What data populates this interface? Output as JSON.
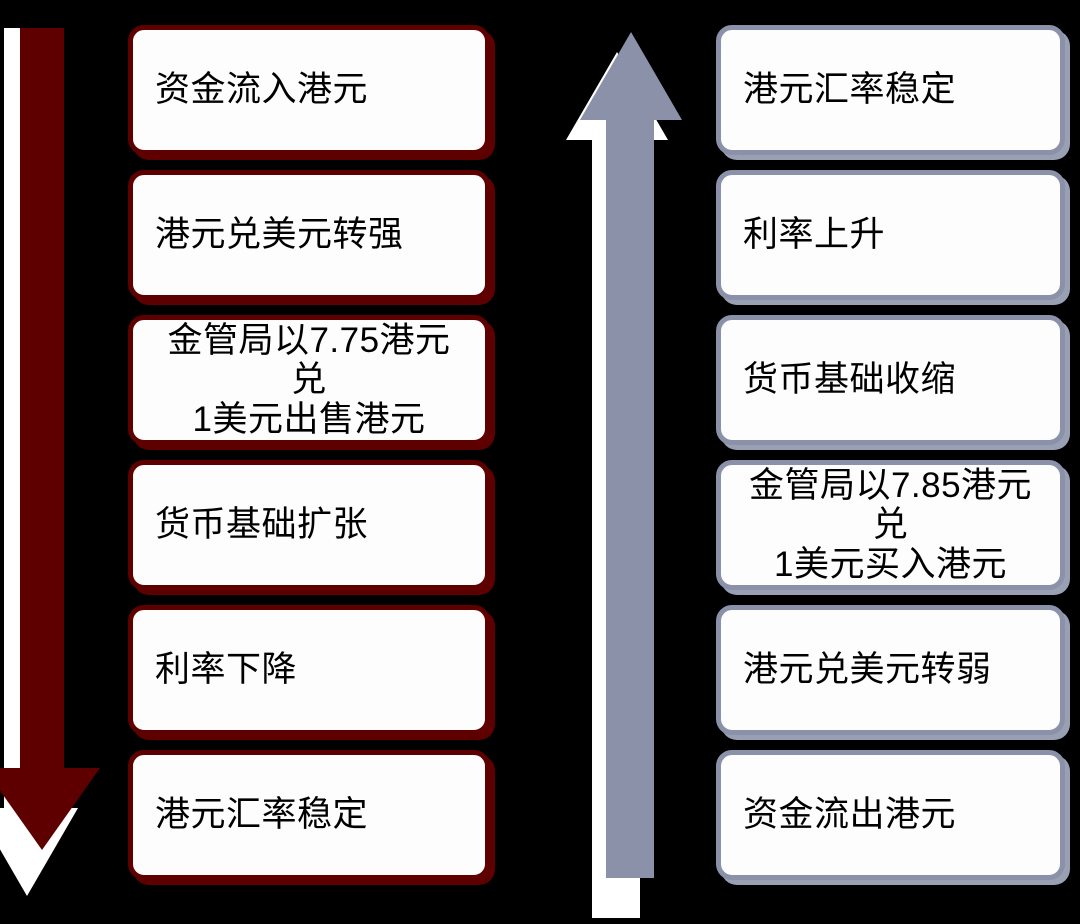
{
  "diagram": {
    "background_color": "#000000",
    "columns": [
      {
        "id": "outflow-to-hkd-strengthening",
        "accent_color": "#5e0000",
        "arrow": {
          "name": "down-arrow",
          "direction": "down",
          "color": "#5e0000",
          "shadow_color": "#ffffff"
        },
        "nodes": [
          {
            "text": "资金流入港元",
            "lines": 1
          },
          {
            "text": "港元兑美元转强",
            "lines": 1
          },
          {
            "text": "金管局以7.75港元兑\n1美元出售港元",
            "lines": 2
          },
          {
            "text": "货币基础扩张",
            "lines": 1
          },
          {
            "text": "利率下降",
            "lines": 1
          },
          {
            "text": "港元汇率稳定",
            "lines": 1
          }
        ]
      },
      {
        "id": "outflow-to-hkd-weakening",
        "accent_color": "#8a91a8",
        "arrow": {
          "name": "up-arrow",
          "direction": "up",
          "color": "#8a91a8",
          "shadow_color": "#ffffff"
        },
        "nodes": [
          {
            "text": "港元汇率稳定",
            "lines": 1
          },
          {
            "text": "利率上升",
            "lines": 1
          },
          {
            "text": "货币基础收缩",
            "lines": 1
          },
          {
            "text": "金管局以7.85港元兑\n1美元买入港元",
            "lines": 2
          },
          {
            "text": "港元兑美元转弱",
            "lines": 1
          },
          {
            "text": "资金流出港元",
            "lines": 1
          }
        ]
      }
    ]
  }
}
